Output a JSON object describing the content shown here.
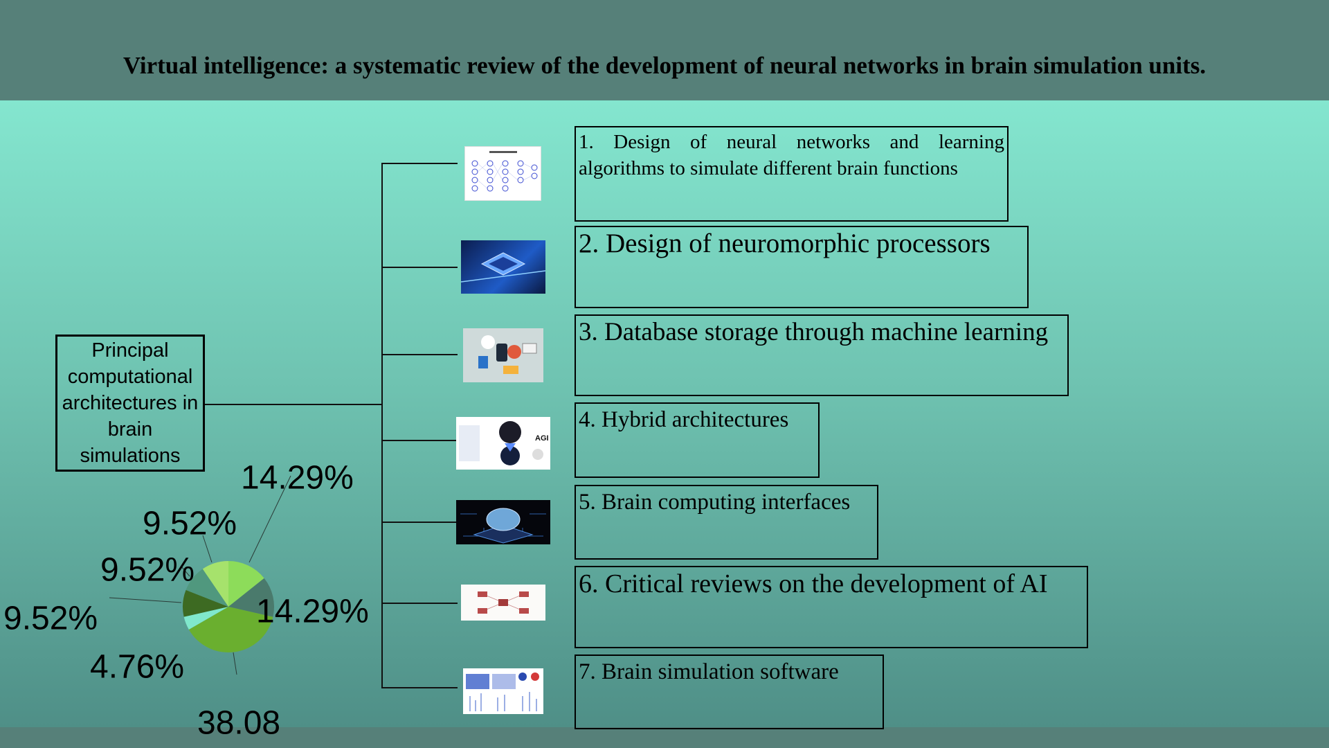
{
  "title": "Virtual intelligence: a systematic review of the development of neural networks in brain simulation units.",
  "central_label": "Principal computational architectures in brain simulations",
  "items": [
    {
      "label": "1. Design of neural networks and learning algorithms to simulate different brain functions",
      "thumbnail": "neural-network-diagram"
    },
    {
      "label": "2. Design of neuromorphic processors",
      "thumbnail": "chip-processor"
    },
    {
      "label": "3. Database storage through machine learning",
      "thumbnail": "data-storage-illustration"
    },
    {
      "label": "4. Hybrid architectures",
      "thumbnail": "hybrid-architecture-diagram"
    },
    {
      "label": "5. Brain computing interfaces",
      "thumbnail": "brain-chip"
    },
    {
      "label": "6. Critical reviews on the development of AI",
      "thumbnail": "mind-map"
    },
    {
      "label": "7. Brain simulation software",
      "thumbnail": "simulation-plots"
    }
  ],
  "chart_data": {
    "type": "pie",
    "slices": [
      {
        "label": "14.29%",
        "value": 14.29,
        "color": "#8ddc5a"
      },
      {
        "label": "14.29%",
        "value": 14.29,
        "color": "#4a7a6c"
      },
      {
        "label": "38.08",
        "value": 38.08,
        "color": "#6aaf2f"
      },
      {
        "label": "4.76%",
        "value": 4.76,
        "color": "#80e8cc"
      },
      {
        "label": "9.52%",
        "value": 9.52,
        "color": "#3d6a22"
      },
      {
        "label": "9.52%",
        "value": 9.52,
        "color": "#50987e"
      },
      {
        "label": "9.52%",
        "value": 9.52,
        "color": "#a6e26c"
      }
    ]
  }
}
